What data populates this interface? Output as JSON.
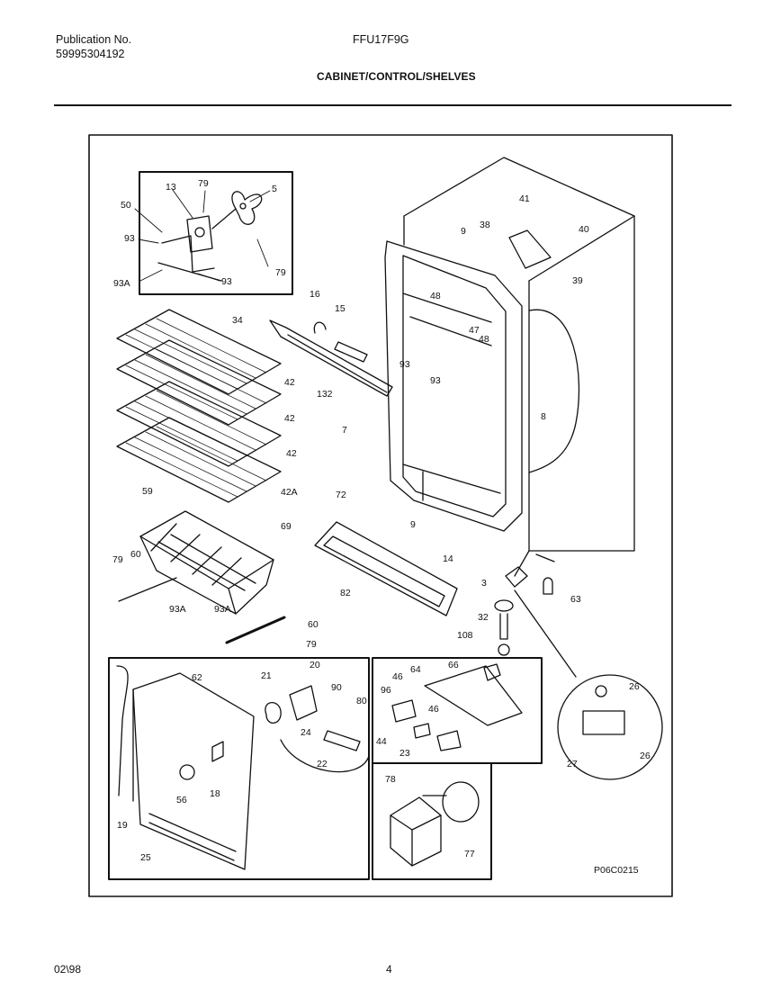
{
  "header": {
    "publication_label": "Publication No.",
    "publication_number": "59995304192",
    "model": "FFU17F9G",
    "section_title": "CABINET/CONTROL/SHELVES"
  },
  "diagram": {
    "code": "P06C0215",
    "callouts": [
      {
        "id": "c13",
        "text": "13"
      },
      {
        "id": "c79a",
        "text": "79"
      },
      {
        "id": "c5",
        "text": "5"
      },
      {
        "id": "c50",
        "text": "50"
      },
      {
        "id": "c93a",
        "text": "93"
      },
      {
        "id": "c79b",
        "text": "79"
      },
      {
        "id": "c93Aa",
        "text": "93A"
      },
      {
        "id": "c93b",
        "text": "93"
      },
      {
        "id": "c41",
        "text": "41"
      },
      {
        "id": "c38",
        "text": "38"
      },
      {
        "id": "c40",
        "text": "40"
      },
      {
        "id": "c39",
        "text": "39"
      },
      {
        "id": "c9a",
        "text": "9"
      },
      {
        "id": "c16",
        "text": "16"
      },
      {
        "id": "c15",
        "text": "15"
      },
      {
        "id": "c34",
        "text": "34"
      },
      {
        "id": "c48a",
        "text": "48"
      },
      {
        "id": "c47",
        "text": "47"
      },
      {
        "id": "c48b",
        "text": "48"
      },
      {
        "id": "c93c",
        "text": "93"
      },
      {
        "id": "c93d",
        "text": "93"
      },
      {
        "id": "c42a",
        "text": "42"
      },
      {
        "id": "c132",
        "text": "132"
      },
      {
        "id": "c42b",
        "text": "42"
      },
      {
        "id": "c7",
        "text": "7"
      },
      {
        "id": "c8",
        "text": "8"
      },
      {
        "id": "c42c",
        "text": "42"
      },
      {
        "id": "c42A",
        "text": "42A"
      },
      {
        "id": "c59",
        "text": "59"
      },
      {
        "id": "c72",
        "text": "72"
      },
      {
        "id": "c9b",
        "text": "9"
      },
      {
        "id": "c69",
        "text": "69"
      },
      {
        "id": "c60a",
        "text": "60"
      },
      {
        "id": "c79c",
        "text": "79"
      },
      {
        "id": "c14",
        "text": "14"
      },
      {
        "id": "c3",
        "text": "3"
      },
      {
        "id": "c63",
        "text": "63"
      },
      {
        "id": "c82",
        "text": "82"
      },
      {
        "id": "c32",
        "text": "32"
      },
      {
        "id": "c93Ab",
        "text": "93A"
      },
      {
        "id": "c93Ac",
        "text": "93A"
      },
      {
        "id": "c60b",
        "text": "60"
      },
      {
        "id": "c79d",
        "text": "79"
      },
      {
        "id": "c108",
        "text": "108"
      },
      {
        "id": "c62",
        "text": "62"
      },
      {
        "id": "c21",
        "text": "21"
      },
      {
        "id": "c20",
        "text": "20"
      },
      {
        "id": "c90",
        "text": "90"
      },
      {
        "id": "c80",
        "text": "80"
      },
      {
        "id": "c24",
        "text": "24"
      },
      {
        "id": "c22",
        "text": "22"
      },
      {
        "id": "c18",
        "text": "18"
      },
      {
        "id": "c56",
        "text": "56"
      },
      {
        "id": "c19",
        "text": "19"
      },
      {
        "id": "c25",
        "text": "25"
      },
      {
        "id": "c46a",
        "text": "46"
      },
      {
        "id": "c64",
        "text": "64"
      },
      {
        "id": "c66",
        "text": "66"
      },
      {
        "id": "c96",
        "text": "96"
      },
      {
        "id": "c46b",
        "text": "46"
      },
      {
        "id": "c44",
        "text": "44"
      },
      {
        "id": "c23",
        "text": "23"
      },
      {
        "id": "c26a",
        "text": "26"
      },
      {
        "id": "c27",
        "text": "27"
      },
      {
        "id": "c26b",
        "text": "26"
      },
      {
        "id": "c78",
        "text": "78"
      },
      {
        "id": "c77",
        "text": "77"
      }
    ]
  },
  "footer": {
    "date": "02\\98",
    "page": "4"
  }
}
